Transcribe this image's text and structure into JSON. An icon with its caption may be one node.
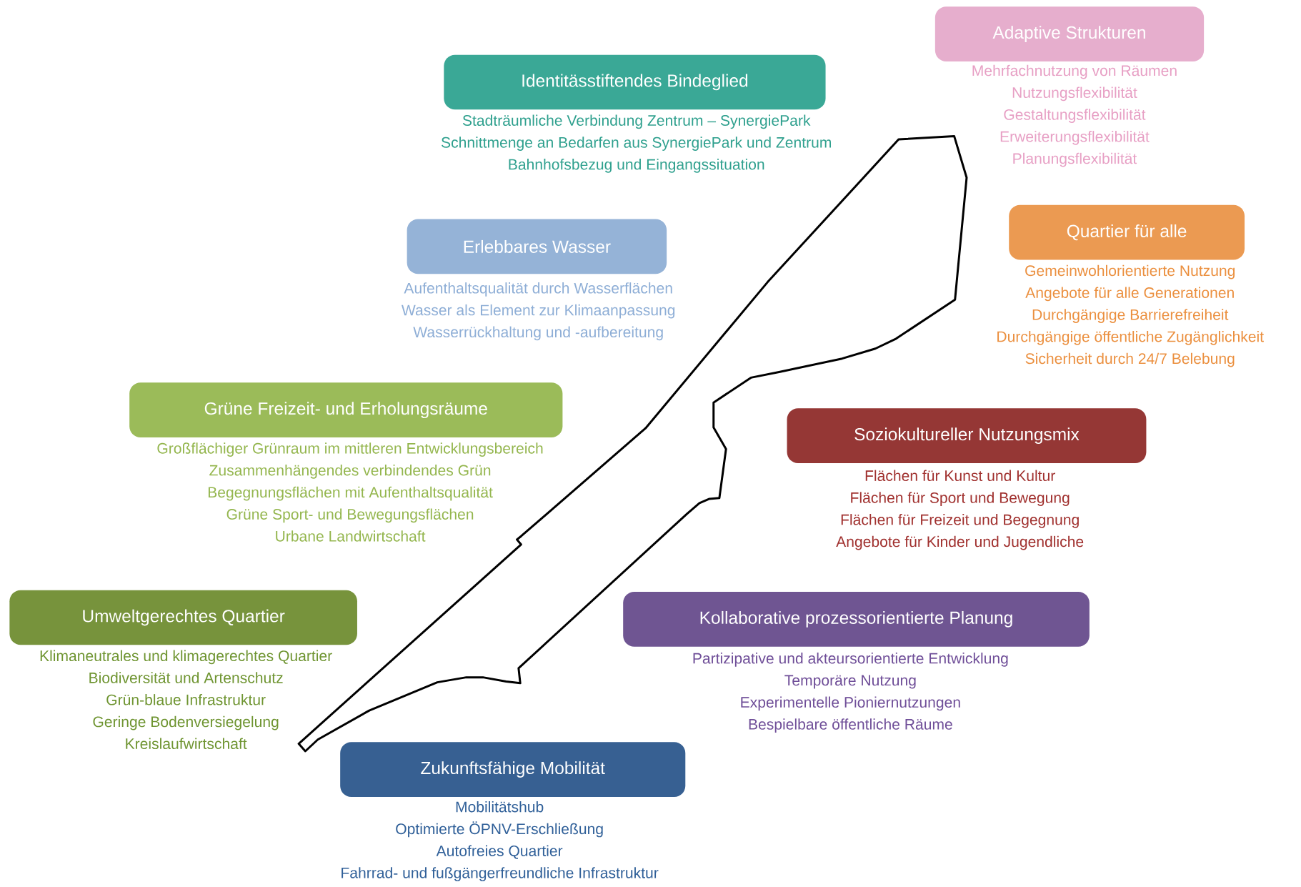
{
  "diagram": {
    "nodes": [
      {
        "text": [
          "Identitässtiftendes Bindeglied"
        ],
        "beside": [
          "Stadträumliche Verbindung Zentrum – SynergiePark",
          "Schnittmenge an Bedarfen aus SynergiePark und Zentrum",
          "Bahnhofsbezug und Eingangssituation"
        ]
      },
      {
        "text": [
          "Adaptive Strukturen"
        ],
        "beside": [
          "Mehrfachnutzung von  Räumen",
          "Nutzungsflexibilität",
          "Gestaltungsflexibilität",
          "Erweiterungsflexibilität",
          "Planungsflexibilität"
        ]
      },
      {
        "text": [
          "Erlebbares Wasser"
        ],
        "beside": [
          "Aufenthaltsqualität durch Wasserflächen",
          "Wasser als Element zur Klimaanpassung",
          "Wasserrückhaltung und -aufbereitung"
        ]
      },
      {
        "text": [
          "Quartier für alle"
        ],
        "beside": [
          "Gemeinwohlorientierte Nutzung",
          "Angebote für alle Generationen",
          "Durchgängige Barrierefreiheit",
          "Durchgängige öffentliche Zugänglichkeit",
          "Sicherheit durch 24/7 Belebung"
        ]
      },
      {
        "text": [
          "Grüne Freizeit- und Erholungsräume"
        ],
        "beside": [
          "Großflächiger Grünraum im mittleren Entwicklungsbereich",
          "Zusammenhängendes verbindendes Grün",
          "Begegnungsflächen mit Aufenthaltsqualität",
          "Grüne Sport- und Bewegungsflächen",
          "Urbane Landwirtschaft"
        ]
      },
      {
        "text": [
          "Soziokultureller Nutzungsmix"
        ],
        "beside": [
          "Flächen für Kunst und Kultur",
          "Flächen für Sport und Bewegung",
          "Flächen für Freizeit und Begegnung",
          "Angebote für Kinder und Jugendliche"
        ]
      },
      {
        "text": [
          "Umweltgerechtes Quartier"
        ],
        "beside": [
          "Klimaneutrales und klimagerechtes Quartier",
          "Biodiversität und Artenschutz",
          "Grün-blaue Infrastruktur",
          "Geringe Bodenversiegelung",
          "Kreislaufwirtschaft"
        ]
      },
      {
        "text": [
          "Kollaborative prozessorientierte Planung"
        ],
        "beside": [
          "Partizipative und akteursorientierte Entwicklung",
          "Temporäre Nutzung",
          "Experimentelle Pioniernutzungen",
          "Bespielbare öffentliche Räume"
        ]
      },
      {
        "text": [
          "Zukunftsfähige Mobilität"
        ],
        "beside": [
          "Mobilitätshub",
          "Optimierte ÖPNV-Erschließung",
          "Autofreies Quartier",
          "Fahrrad- und fußgängerfreundliche Infrastruktur"
        ]
      }
    ]
  }
}
